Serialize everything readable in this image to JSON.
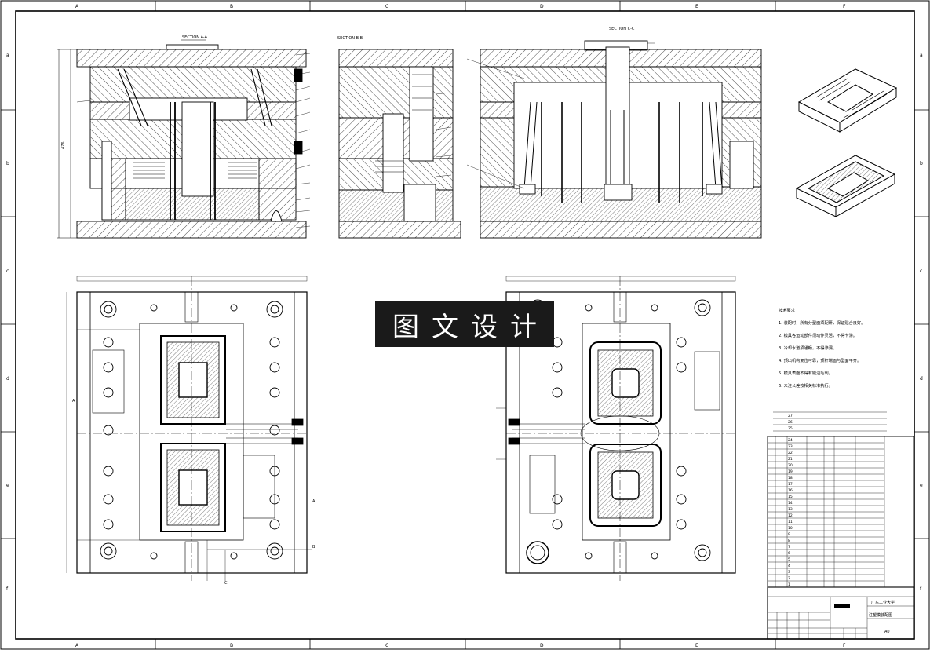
{
  "frame": {
    "col_labels": [
      "A",
      "B",
      "C",
      "D",
      "E",
      "F"
    ],
    "row_labels": [
      "a",
      "b",
      "c",
      "d",
      "e",
      "f"
    ]
  },
  "sections": {
    "a": "SECTION A-A",
    "b": "SECTION B-B",
    "c": "SECTION C-C"
  },
  "watermark": "图文设计",
  "notes": {
    "title": "技术要求",
    "lines": [
      "1. 装配时，所有分型面须配研，保证贴合良好。",
      "2. 模具各运动部件须动作灵活，不得卡滞。",
      "3. 冷却水道须通畅，不得渗漏。",
      "4. 顶出机构复位可靠，顶杆端面与型面平齐。",
      "5. 模具表面不得有锐边毛刺。",
      "6. 未注公差按相关标准执行。"
    ]
  },
  "bom": {
    "top_items": [
      "27",
      "26",
      "25"
    ],
    "item_numbers": [
      "24",
      "23",
      "22",
      "21",
      "20",
      "19",
      "18",
      "17",
      "16",
      "15",
      "14",
      "13",
      "12",
      "11",
      "10",
      "9",
      "8",
      "7",
      "6",
      "5",
      "4",
      "3",
      "2",
      "1"
    ]
  },
  "title_block": {
    "school": "广东工业大学",
    "drawing": "注塑模装配图",
    "sheet_size": "A0"
  },
  "misc_labels": {
    "dim_height": "476",
    "view_marker_a": "A",
    "view_marker_c": "C",
    "view_marker_b": "B"
  }
}
